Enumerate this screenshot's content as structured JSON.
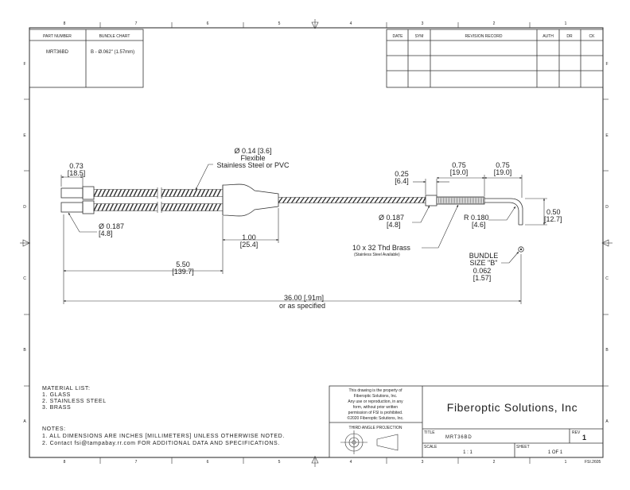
{
  "border": {
    "columns": [
      "8",
      "7",
      "6",
      "5",
      "4",
      "3",
      "2",
      "1"
    ],
    "rows": [
      "F",
      "E",
      "D",
      "C",
      "B",
      "A"
    ]
  },
  "part_table": {
    "part_number_header": "PART NUMBER",
    "bundle_chart_header": "BUNDLE CHART",
    "part_number": "MRT36BD",
    "bundle": "B - Ø.062\" (1.57mm)"
  },
  "revision_table": {
    "headers": [
      "DATE",
      "SYM",
      "REVISION RECORD",
      "AUTH",
      "DR",
      "CK"
    ]
  },
  "dimensions": {
    "tip_length": {
      "in": "0.73",
      "mm": "[18.5]"
    },
    "tip_dia": {
      "in": "Ø 0.187",
      "mm": "[4.8]"
    },
    "sheath_dia": {
      "in": "Ø 0.14 [3.6]",
      "line1": "Flexible",
      "line2": "Stainless Steel or PVC"
    },
    "transition": {
      "in": "1.00",
      "mm": "[25.4]"
    },
    "split_length": {
      "in": "5.50",
      "mm": "[139.7]"
    },
    "overall": {
      "in": "36.00 [.91m]",
      "note": "or as specified"
    },
    "ferrule_collar": {
      "in": "0.25",
      "mm": "[6.4]"
    },
    "thread_length": {
      "in": "0.75",
      "mm": "[19.0]"
    },
    "tube_length": {
      "in": "0.75",
      "mm": "[19.0]"
    },
    "ferrule_dia": {
      "in": "Ø 0.187",
      "mm": "[4.8]"
    },
    "bend_radius": {
      "in": "R 0.180",
      "mm": "[4.6]"
    },
    "bend_height": {
      "in": "0.50",
      "mm": "[12.7]"
    },
    "thread_note": "10 x 32 Thd Brass",
    "thread_subnote": "(Stainless Steel Available)",
    "bundle": {
      "line1": "BUNDLE",
      "line2": "SIZE \"B\"",
      "in": "0.062",
      "mm": "[1.57]"
    }
  },
  "material_list": {
    "title": "MATERIAL LIST:",
    "items": [
      "1.   GLASS",
      "2.   STAINLESS STEEL",
      "3.   BRASS"
    ]
  },
  "notes": {
    "title": "NOTES:",
    "items": [
      "1.   ALL DIMENSIONS ARE INCHES [MILLIMETERS] UNLESS OTHERWISE NOTED.",
      "2.   Contact fsi@tampabay.rr.com FOR ADDITIONAL DATA AND SPECIFICATIONS."
    ]
  },
  "title_block": {
    "proprietary": [
      "This drawing is the property of",
      "Fiberoptic Solutions, Inc.",
      "Any use or reproduction, in any",
      "form, without prior written",
      "permission of FSI is prohibited.",
      "©2020 Fiberoptic Solutions, Inc."
    ],
    "projection": "THIRD ANGLE PROJECTION",
    "company": "Fiberoptic Solutions, Inc",
    "title_label": "TITLE",
    "title": "MRT36BD",
    "rev_label": "REV",
    "rev": "1",
    "scale_label": "SCALE",
    "scale": "1 : 1",
    "sheet_label": "SHEET",
    "sheet": "1   OF 1",
    "drawing_code": "FSI.2605"
  }
}
